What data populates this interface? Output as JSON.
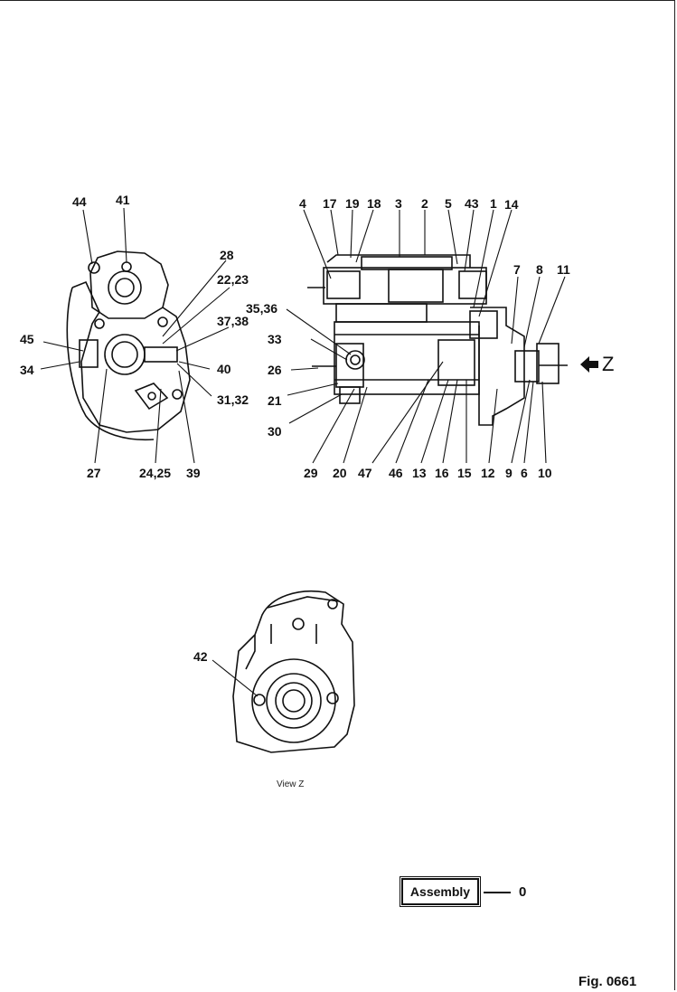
{
  "figure": {
    "fig_label": "Fig. 0661",
    "view_label": "View Z",
    "z_marker": "Z",
    "assembly_label": "Assembly",
    "assembly_number": "0"
  },
  "left_view_callouts": [
    "44",
    "41",
    "28",
    "22,23",
    "37,38",
    "45",
    "34",
    "40",
    "31,32",
    "27",
    "24,25",
    "39"
  ],
  "right_view_callouts": [
    "4",
    "17",
    "19",
    "18",
    "3",
    "2",
    "5",
    "43",
    "1",
    "14",
    "7",
    "8",
    "11",
    "35,36",
    "33",
    "26",
    "21",
    "30",
    "29",
    "20",
    "47",
    "46",
    "13",
    "16",
    "15",
    "12",
    "9",
    "6",
    "10"
  ],
  "bottom_view_callouts": [
    "42"
  ]
}
